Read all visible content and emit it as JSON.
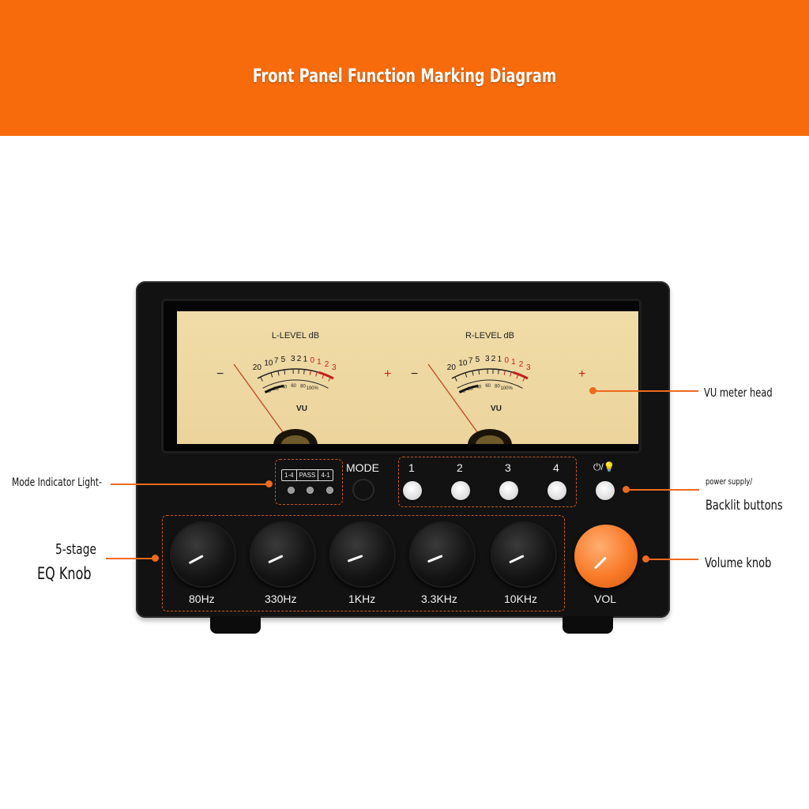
{
  "banner": {
    "title": "Front Panel Function Marking Diagram",
    "color": "#f76b0c"
  },
  "meters": [
    {
      "title": "L-LEVEL dB",
      "unit": "VU"
    },
    {
      "title": "R-LEVEL dB",
      "unit": "VU"
    }
  ],
  "meter_scale": {
    "db_black": [
      "20",
      "10",
      "7",
      "5",
      "3",
      "2",
      "1"
    ],
    "db_red": [
      "0",
      "1",
      "2",
      "3"
    ],
    "percent": [
      "0",
      "20",
      "40",
      "60",
      "80",
      "100%"
    ],
    "minus": "−",
    "plus": "+"
  },
  "controls": {
    "mode_badge": [
      "1-4",
      "PASS",
      "4-1"
    ],
    "mode_label": "MODE",
    "input_buttons": [
      "1",
      "2",
      "3",
      "4"
    ],
    "power_icon_label": "⏻/💡",
    "eq_bands": [
      "80Hz",
      "330Hz",
      "1KHz",
      "3.3KHz",
      "10KHz"
    ],
    "volume_label": "VOL"
  },
  "annotations": {
    "vu_meter": "VU meter head",
    "mode_indicator": "Mode Indicator Light-",
    "power_supply": "power supply/",
    "backlit": "Backlit buttons",
    "eq_line1": "5-stage",
    "eq_line2": "EQ Knob",
    "volume": "Volume knob"
  },
  "colors": {
    "accent": "#ee6a1e",
    "meter_face": "#eed8a2",
    "body": "#121212",
    "volume_knob": "#f97a28"
  }
}
